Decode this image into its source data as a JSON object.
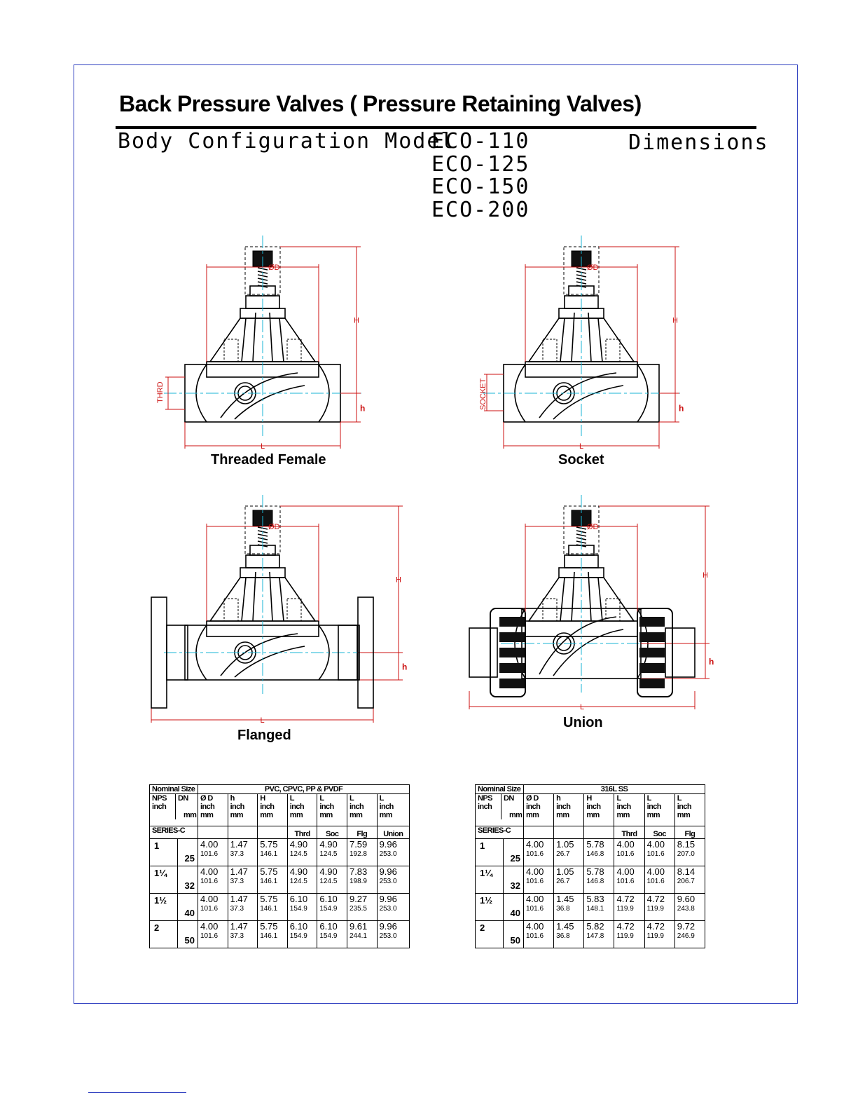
{
  "title": "Back Pressure Valves ( Pressure Retaining Valves)",
  "subtitle": "Body Configuration Model",
  "dimensions_label": "Dimensions",
  "models": [
    "ECO-110",
    "ECO-125",
    "ECO-150",
    "ECO-200"
  ],
  "drawings": {
    "threaded": {
      "caption": "Threaded Female",
      "side_label": "THRD"
    },
    "socket": {
      "caption": "Socket",
      "side_label": "SOCKET"
    },
    "flanged": {
      "caption": "Flanged"
    },
    "union": {
      "caption": "Union"
    },
    "dim_labels": {
      "diameter": "ØD",
      "height": "H",
      "center": "h",
      "length": "L"
    }
  },
  "colors": {
    "frame": "#3040c0",
    "dimension": "#cc1111",
    "centerline": "#19b6d6"
  },
  "table_pvc": {
    "nominal_size": "Nominal Size",
    "material": "PVC, CPVC, PP & PVDF",
    "nps": "NPS",
    "nps_unit": "inch",
    "dn": "DN",
    "dn_unit": "mm",
    "series": "SERIES-C",
    "cols": [
      {
        "name": "Ø D",
        "u1": "inch",
        "u2": "mm",
        "sub": ""
      },
      {
        "name": "h",
        "u1": "inch",
        "u2": "mm",
        "sub": ""
      },
      {
        "name": "H",
        "u1": "inch",
        "u2": "mm",
        "sub": ""
      },
      {
        "name": "L",
        "u1": "inch",
        "u2": "mm",
        "sub": "Thrd"
      },
      {
        "name": "L",
        "u1": "inch",
        "u2": "mm",
        "sub": "Soc"
      },
      {
        "name": "L",
        "u1": "inch",
        "u2": "mm",
        "sub": "Flg"
      },
      {
        "name": "L",
        "u1": "inch",
        "u2": "mm",
        "sub": "Union"
      }
    ],
    "rows": [
      {
        "nps": "1",
        "dn": "25",
        "v": [
          [
            "4.00",
            "101.6"
          ],
          [
            "1.47",
            "37.3"
          ],
          [
            "5.75",
            "146.1"
          ],
          [
            "4.90",
            "124.5"
          ],
          [
            "4.90",
            "124.5"
          ],
          [
            "7.59",
            "192.8"
          ],
          [
            "9.96",
            "253.0"
          ]
        ]
      },
      {
        "nps": "1¼",
        "dn": "32",
        "v": [
          [
            "4.00",
            "101.6"
          ],
          [
            "1.47",
            "37.3"
          ],
          [
            "5.75",
            "146.1"
          ],
          [
            "4.90",
            "124.5"
          ],
          [
            "4.90",
            "124.5"
          ],
          [
            "7.83",
            "198.9"
          ],
          [
            "9.96",
            "253.0"
          ]
        ]
      },
      {
        "nps": "1½",
        "dn": "40",
        "v": [
          [
            "4.00",
            "101.6"
          ],
          [
            "1.47",
            "37.3"
          ],
          [
            "5.75",
            "146.1"
          ],
          [
            "6.10",
            "154.9"
          ],
          [
            "6.10",
            "154.9"
          ],
          [
            "9.27",
            "235.5"
          ],
          [
            "9.96",
            "253.0"
          ]
        ]
      },
      {
        "nps": "2",
        "dn": "50",
        "v": [
          [
            "4.00",
            "101.6"
          ],
          [
            "1.47",
            "37.3"
          ],
          [
            "5.75",
            "146.1"
          ],
          [
            "6.10",
            "154.9"
          ],
          [
            "6.10",
            "154.9"
          ],
          [
            "9.61",
            "244.1"
          ],
          [
            "9.96",
            "253.0"
          ]
        ]
      }
    ]
  },
  "table_ss": {
    "nominal_size": "Nominal Size",
    "material": "316L SS",
    "nps": "NPS",
    "nps_unit": "inch",
    "dn": "DN",
    "dn_unit": "mm",
    "series": "SERIES-C",
    "cols": [
      {
        "name": "Ø D",
        "u1": "inch",
        "u2": "mm",
        "sub": ""
      },
      {
        "name": "h",
        "u1": "inch",
        "u2": "mm",
        "sub": ""
      },
      {
        "name": "H",
        "u1": "inch",
        "u2": "mm",
        "sub": ""
      },
      {
        "name": "L",
        "u1": "inch",
        "u2": "mm",
        "sub": "Thrd"
      },
      {
        "name": "L",
        "u1": "inch",
        "u2": "mm",
        "sub": "Soc"
      },
      {
        "name": "L",
        "u1": "inch",
        "u2": "mm",
        "sub": "Flg"
      }
    ],
    "rows": [
      {
        "nps": "1",
        "dn": "25",
        "v": [
          [
            "4.00",
            "101.6"
          ],
          [
            "1.05",
            "26.7"
          ],
          [
            "5.78",
            "146.8"
          ],
          [
            "4.00",
            "101.6"
          ],
          [
            "4.00",
            "101.6"
          ],
          [
            "8.15",
            "207.0"
          ]
        ]
      },
      {
        "nps": "1¼",
        "dn": "32",
        "v": [
          [
            "4.00",
            "101.6"
          ],
          [
            "1.05",
            "26.7"
          ],
          [
            "5.78",
            "146.8"
          ],
          [
            "4.00",
            "101.6"
          ],
          [
            "4.00",
            "101.6"
          ],
          [
            "8.14",
            "206.7"
          ]
        ]
      },
      {
        "nps": "1½",
        "dn": "40",
        "v": [
          [
            "4.00",
            "101.6"
          ],
          [
            "1.45",
            "36.8"
          ],
          [
            "5.83",
            "148.1"
          ],
          [
            "4.72",
            "119.9"
          ],
          [
            "4.72",
            "119.9"
          ],
          [
            "9.60",
            "243.8"
          ]
        ]
      },
      {
        "nps": "2",
        "dn": "50",
        "v": [
          [
            "4.00",
            "101.6"
          ],
          [
            "1.45",
            "36.8"
          ],
          [
            "5.82",
            "147.8"
          ],
          [
            "4.72",
            "119.9"
          ],
          [
            "4.72",
            "119.9"
          ],
          [
            "9.72",
            "246.9"
          ]
        ]
      }
    ]
  }
}
